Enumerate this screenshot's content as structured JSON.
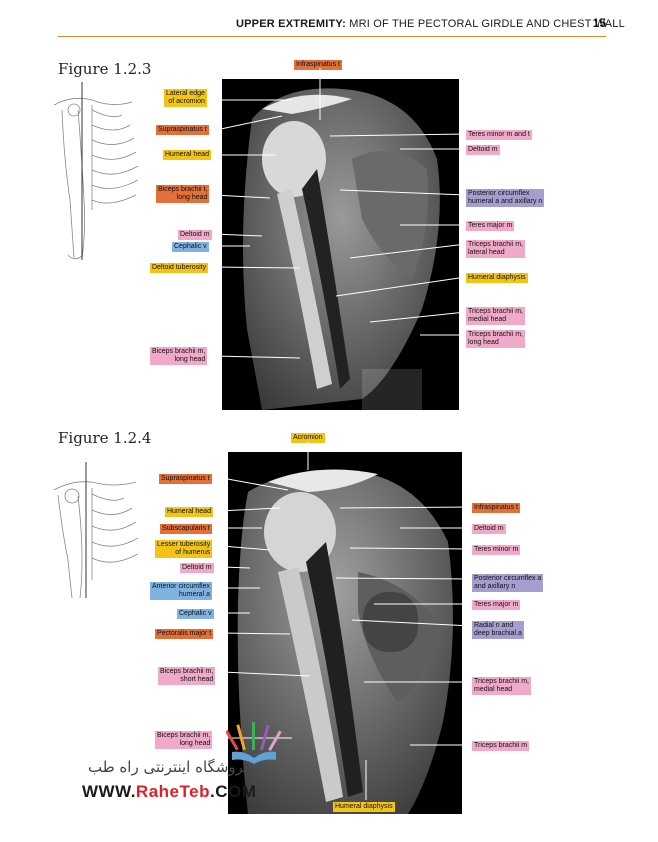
{
  "header": {
    "section": "UPPER EXTREMITY:",
    "subtitle": " MRI OF THE PECTORAL GIRDLE AND CHEST WALL",
    "page_number": "15"
  },
  "figures": [
    {
      "title": "Figure 1.2.3",
      "labels_left": [
        {
          "text": "Lateral edge\nof acromion",
          "color": "yellow"
        },
        {
          "text": "Supraspinatus t",
          "color": "orange"
        },
        {
          "text": "Humeral head",
          "color": "yellow"
        },
        {
          "text": "Biceps brachii t,\nlong head",
          "color": "orange"
        },
        {
          "text": "Deltoid m",
          "color": "pink"
        },
        {
          "text": "Cephalic v",
          "color": "blue"
        },
        {
          "text": "Deltoid tuberosity",
          "color": "yellow"
        },
        {
          "text": "Biceps brachii m,\nlong head",
          "color": "pink"
        }
      ],
      "labels_top": [
        {
          "text": "Infraspinatus t",
          "color": "orange"
        }
      ],
      "labels_right": [
        {
          "text": "Teres minor m and t",
          "color": "pink"
        },
        {
          "text": "Deltoid m",
          "color": "pink"
        },
        {
          "text": "Posterior circumflex\nhumeral a and axillary n",
          "color": "purple"
        },
        {
          "text": "Teres major m",
          "color": "pink"
        },
        {
          "text": "Triceps brachii m,\nlateral head",
          "color": "pink"
        },
        {
          "text": "Humeral diaphysis",
          "color": "yellow"
        },
        {
          "text": "Triceps brachii m,\nmedial head",
          "color": "pink"
        },
        {
          "text": "Triceps brachii m,\nlong head",
          "color": "pink"
        }
      ]
    },
    {
      "title": "Figure 1.2.4",
      "labels_top": [
        {
          "text": "Acromion",
          "color": "yellow"
        }
      ],
      "labels_left": [
        {
          "text": "Supraspinatus t",
          "color": "orange"
        },
        {
          "text": "Humeral head",
          "color": "yellow"
        },
        {
          "text": "Subscapularis t",
          "color": "orange"
        },
        {
          "text": "Lesser tuberosity\nof humerus",
          "color": "yellow"
        },
        {
          "text": "Deltoid m",
          "color": "pink"
        },
        {
          "text": "Anterior circumflex\nhumeral a",
          "color": "blue"
        },
        {
          "text": "Cephalic v",
          "color": "blue"
        },
        {
          "text": "Pectoralis major t",
          "color": "orange"
        },
        {
          "text": "Biceps brachii m,\nshort head",
          "color": "pink"
        },
        {
          "text": "Biceps brachii m,\nlong head",
          "color": "pink"
        }
      ],
      "labels_right": [
        {
          "text": "Infraspinatus t",
          "color": "orange"
        },
        {
          "text": "Deltoid m",
          "color": "pink"
        },
        {
          "text": "Teres minor m",
          "color": "pink"
        },
        {
          "text": "Posterior circumflex a\nand axillary n",
          "color": "purple"
        },
        {
          "text": "Teres major m",
          "color": "pink"
        },
        {
          "text": "Radial n and\ndeep brachial a",
          "color": "purple"
        },
        {
          "text": "Triceps brachii m,\nmedial head",
          "color": "pink"
        },
        {
          "text": "Triceps brachii m",
          "color": "pink"
        }
      ],
      "labels_bottom": [
        {
          "text": "Humeral diaphysis",
          "color": "yellow"
        }
      ]
    }
  ],
  "watermark": {
    "persian": "فروشگاه اینترنتی راه طب",
    "site_prefix": "WWW.",
    "site_brand": "RaheTeb",
    "site_suffix": ".COM"
  }
}
